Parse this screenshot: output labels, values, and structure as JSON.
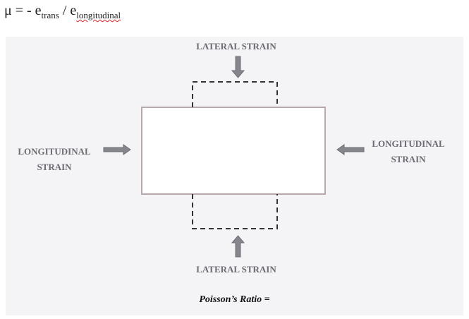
{
  "formula": {
    "lhs": "μ = - e",
    "sub1": "trans",
    "sep": " / e",
    "sub2": "longitudinal"
  },
  "labels": {
    "top": "LATERAL STRAIN",
    "bottom": "LATERAL STRAIN",
    "left_line1": "LONGITUDINAL",
    "left_line2": "STRAIN",
    "right_line1": "LONGITUDINAL",
    "right_line2": "STRAIN"
  },
  "caption": "Poisson’s Ratio =",
  "colors": {
    "arrow": "#85858d",
    "rect": "#b8a8ac",
    "panel": "#f4f4f6"
  }
}
